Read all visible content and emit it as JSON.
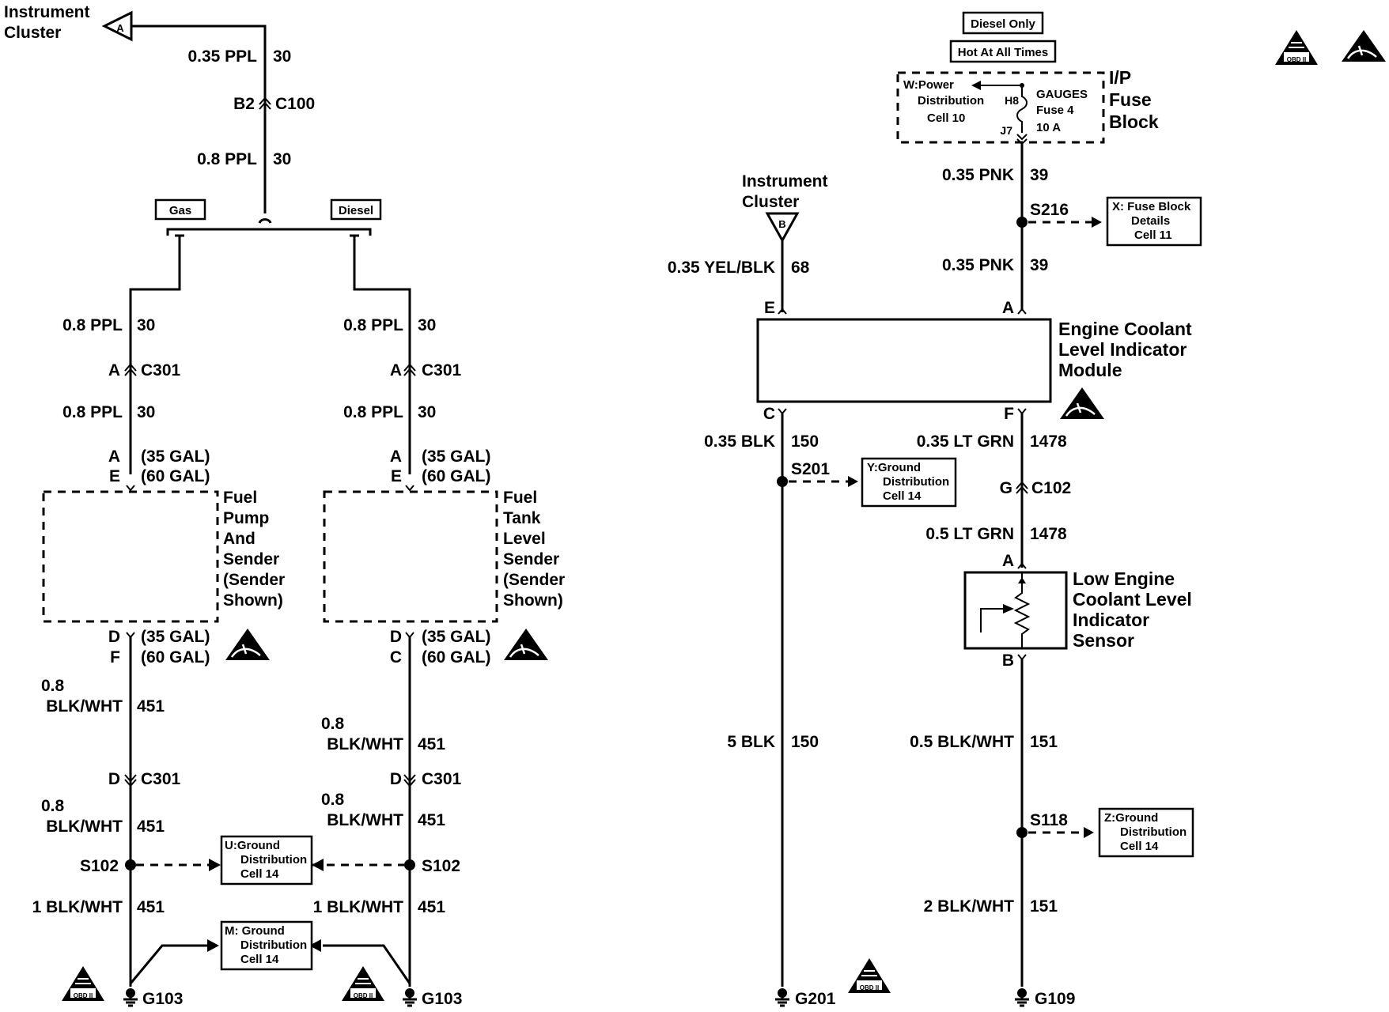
{
  "labels": {
    "instrument_cluster_top": [
      "Instrument",
      "Cluster"
    ],
    "instrument_cluster_right": [
      "Instrument",
      "Cluster"
    ],
    "conn_a": "A",
    "conn_b": "B",
    "gas": "Gas",
    "diesel": "Diesel",
    "diesel_only": "Diesel Only",
    "hot_at_all_times": "Hot At All Times",
    "ip_fuse_block": [
      "I/P",
      "Fuse",
      "Block"
    ],
    "power_dist_ref": [
      "W:Power",
      "Distribution",
      "Cell 10"
    ],
    "h8": "H8",
    "j7": "J7",
    "fuse": [
      "GAUGES",
      "Fuse 4",
      "10 A"
    ],
    "ecl_module": [
      "Engine Coolant",
      "Level Indicator",
      "Module"
    ],
    "sensor": [
      "Low Engine",
      "Coolant Level",
      "Indicator",
      "Sensor"
    ],
    "fuel_pump": [
      "Fuel",
      "Pump",
      "And",
      "Sender",
      "(Sender",
      "Shown)"
    ],
    "fuel_tank": [
      "Fuel",
      "Tank",
      "Level",
      "Sender",
      "(Sender",
      "Shown)"
    ],
    "cap_35": "(35 GAL)",
    "cap_60": "(60 GAL)",
    "obd_badge": "OBD II"
  },
  "wires": {
    "w_035ppl": "0.35 PPL",
    "w_08ppl": "0.8 PPL",
    "c30": "30",
    "w_08": "0.8",
    "w_blkwht": "BLK/WHT",
    "c451": "451",
    "w_1blkwht": "1 BLK/WHT",
    "w_035pnk": "0.35 PNK",
    "c39": "39",
    "w_035yelblk": "0.35 YEL/BLK",
    "c68": "68",
    "w_035blk": "0.35 BLK",
    "c150": "150",
    "w_5blk": "5 BLK",
    "w_035ltgrn": "0.35 LT GRN",
    "c1478": "1478",
    "w_05ltgrn": "0.5 LT GRN",
    "w_05blkwht": "0.5 BLK/WHT",
    "c151": "151",
    "w_2blkwht": "2 BLK/WHT"
  },
  "connectors": {
    "b2": "B2",
    "c100": "C100",
    "a": "A",
    "c301": "C301",
    "e": "E",
    "d": "D",
    "f": "F",
    "c": "C",
    "b": "B",
    "g": "G",
    "c102": "C102"
  },
  "splices": {
    "s102": "S102",
    "s216": "S216",
    "s201": "S201",
    "s118": "S118"
  },
  "grounds": {
    "g103": "G103",
    "g201": "G201",
    "g109": "G109"
  },
  "refs": {
    "u": [
      "U:Ground",
      "Distribution",
      "Cell 14"
    ],
    "m": [
      "M: Ground",
      "Distribution",
      "Cell 14"
    ],
    "x": [
      "X: Fuse Block",
      "Details",
      "Cell 11"
    ],
    "y": [
      "Y:Ground",
      "Distribution",
      "Cell 14"
    ],
    "z": [
      "Z:Ground",
      "Distribution",
      "Cell 14"
    ]
  }
}
